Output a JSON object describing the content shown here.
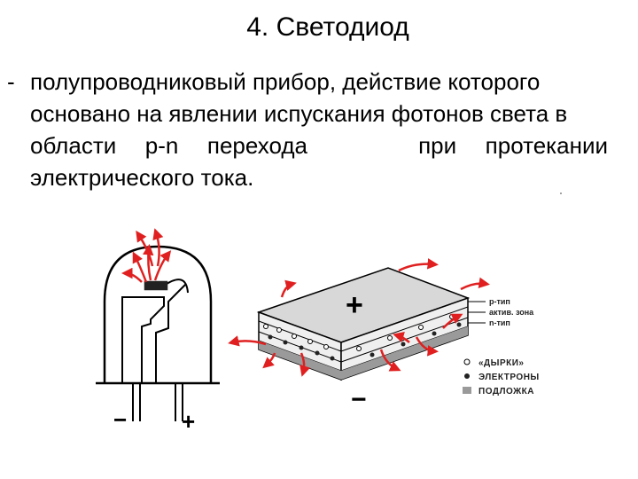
{
  "slide": {
    "title": "4. Светодиод",
    "bullet_marker": "-",
    "definition_lines": [
      "полупроводниковый прибор, действие которого",
      "основано на явлении испускания фотонов света в",
      [
        "области",
        "р-n",
        "перехода",
        "при",
        "протекании"
      ],
      "электрического тока."
    ]
  },
  "led_symbol": {
    "minus": "−",
    "plus": "+"
  },
  "chip": {
    "top_sign": "+",
    "bottom_sign": "−",
    "layer_labels": [
      "p-тип",
      "актив. зона",
      "n-тип"
    ],
    "legend": [
      "«ДЫРКИ»",
      "ЭЛЕКТРОНЫ",
      "ПОДЛОЖКА"
    ]
  },
  "colors": {
    "arrow": "#e02020",
    "substrate": "#9a9a9a"
  }
}
